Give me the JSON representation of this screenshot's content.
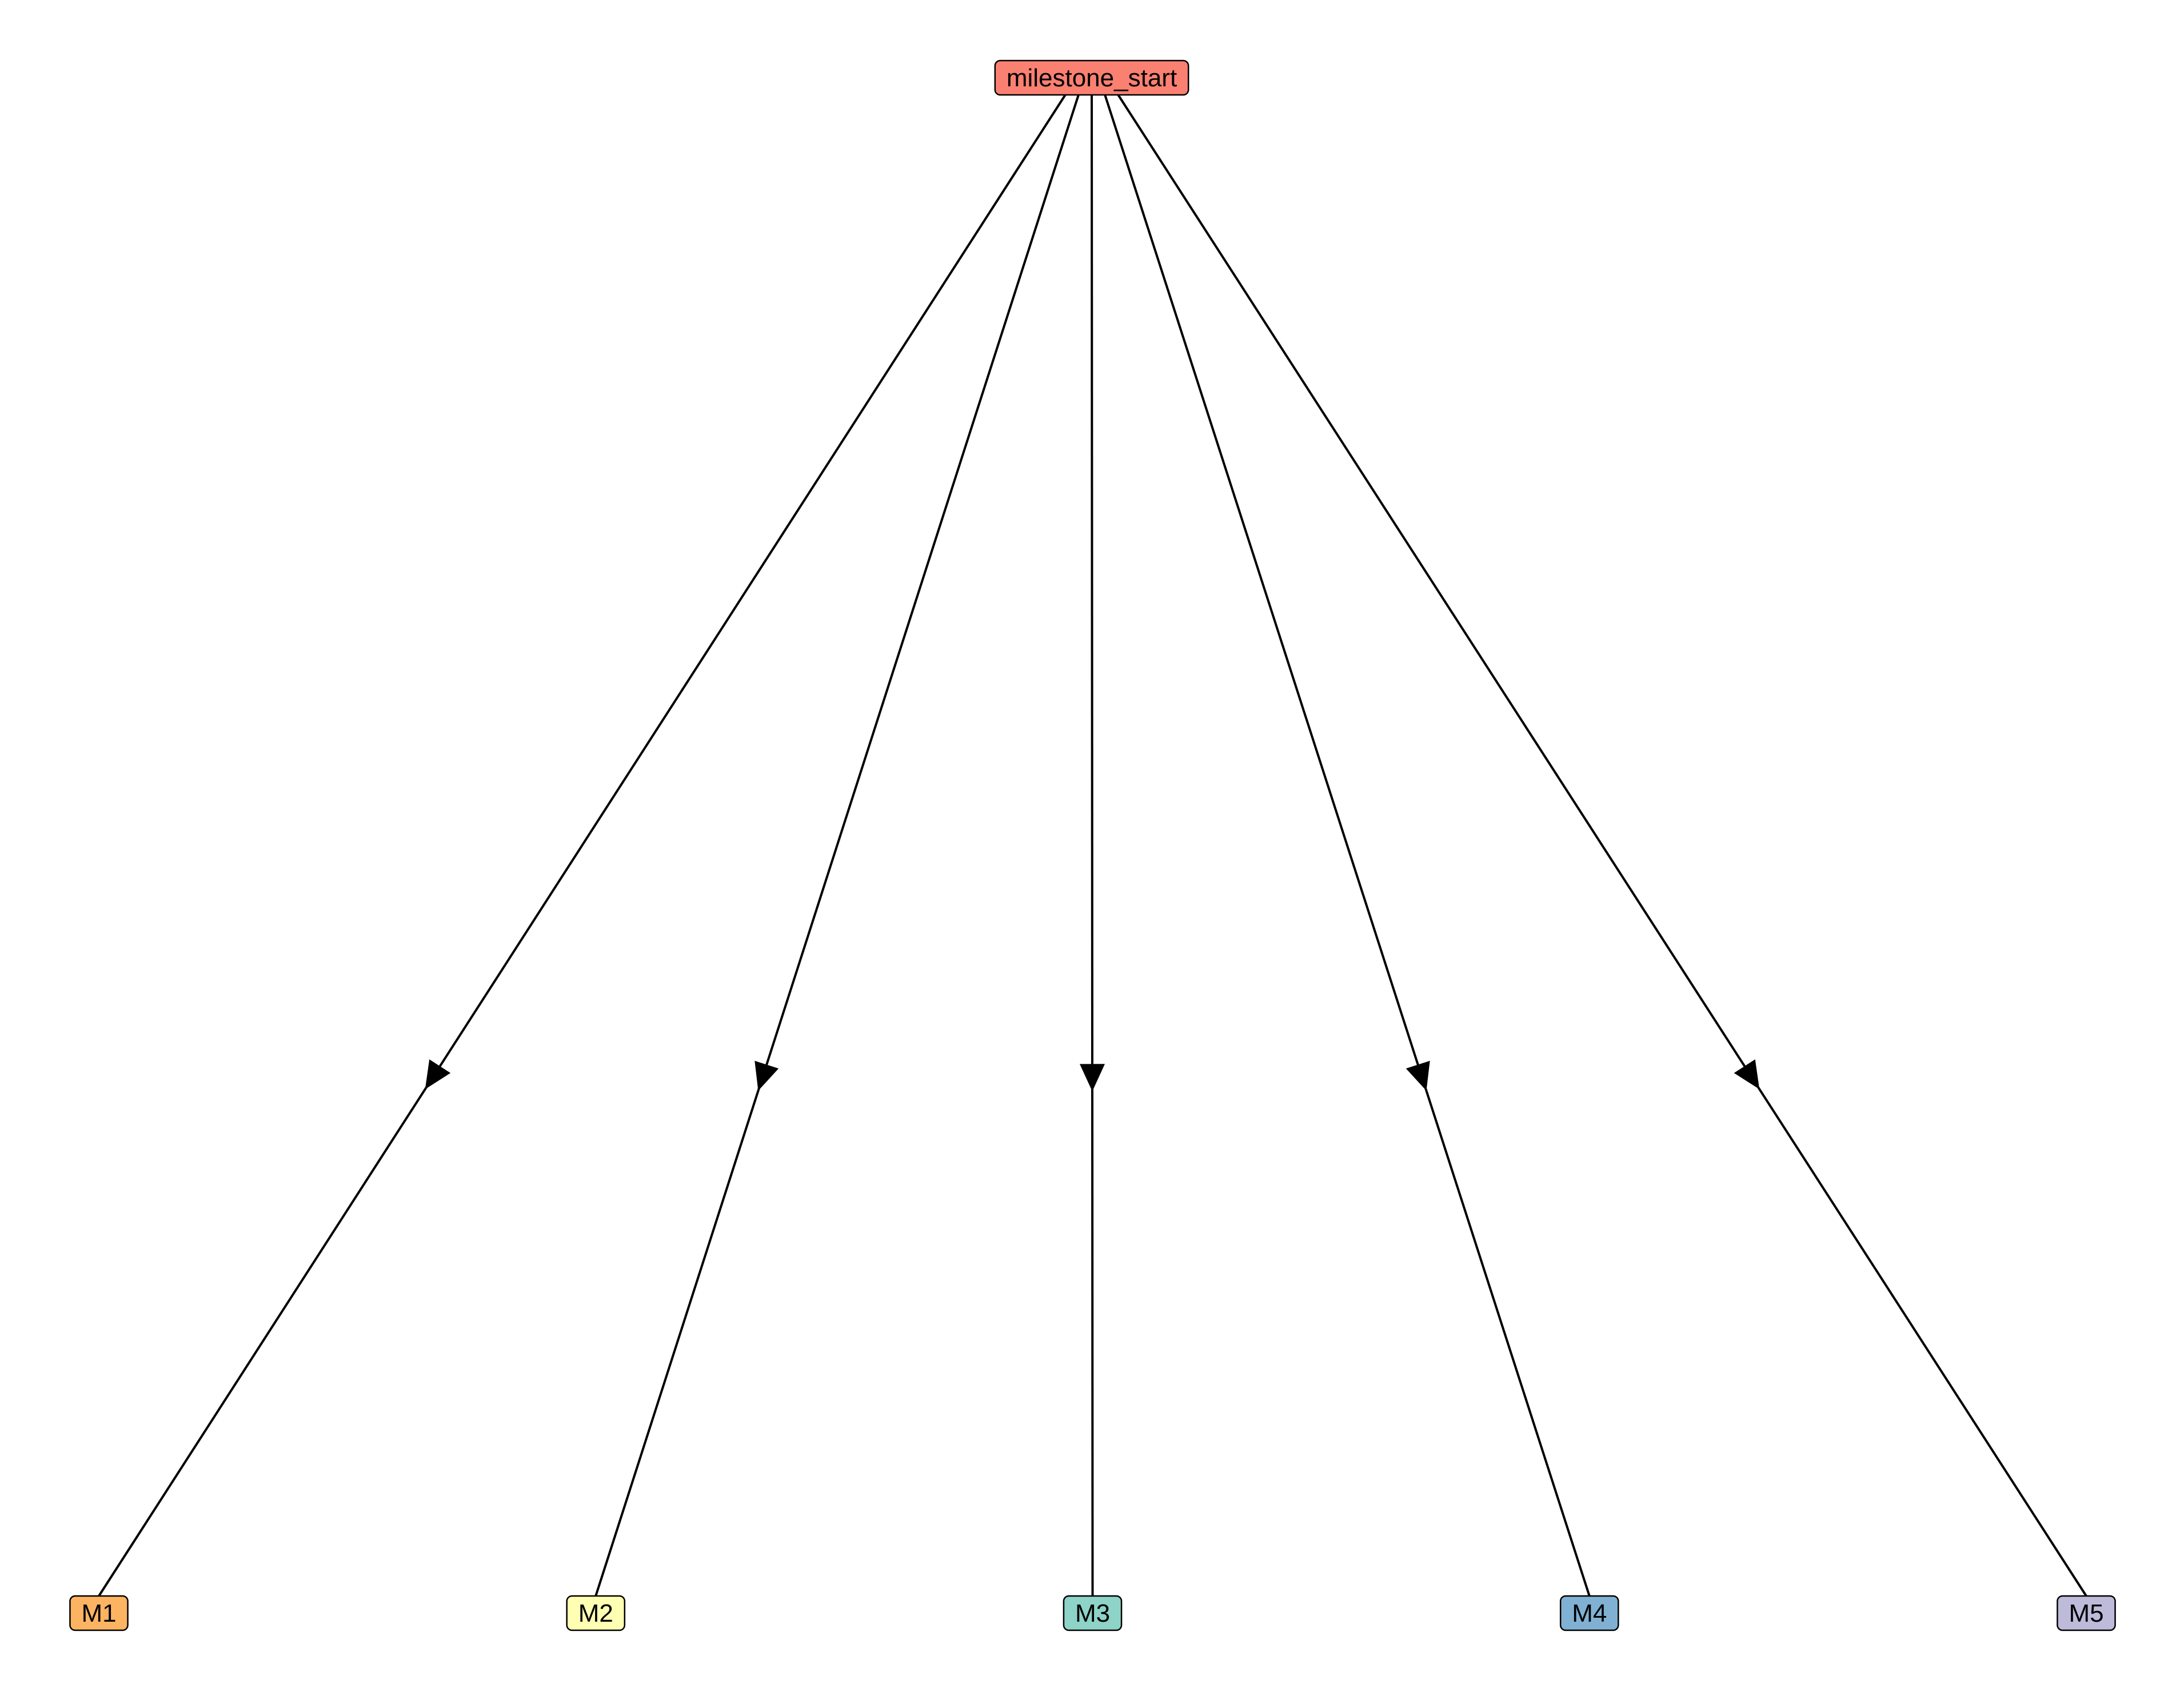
{
  "diagram": {
    "type": "tree",
    "root": {
      "id": "milestone_start",
      "label": "milestone_start",
      "color": "#fa8072"
    },
    "children": [
      {
        "id": "M1",
        "label": "M1",
        "color": "#fdb462"
      },
      {
        "id": "M2",
        "label": "M2",
        "color": "#ffffb3"
      },
      {
        "id": "M3",
        "label": "M3",
        "color": "#8dd3c7"
      },
      {
        "id": "M4",
        "label": "M4",
        "color": "#80b1d3"
      },
      {
        "id": "M5",
        "label": "M5",
        "color": "#bebada"
      }
    ],
    "edges": [
      {
        "from": "milestone_start",
        "to": "M1"
      },
      {
        "from": "milestone_start",
        "to": "M2"
      },
      {
        "from": "milestone_start",
        "to": "M3"
      },
      {
        "from": "milestone_start",
        "to": "M4"
      },
      {
        "from": "milestone_start",
        "to": "M5"
      }
    ],
    "edge_style": "directed-arrow-at-midpoint"
  }
}
